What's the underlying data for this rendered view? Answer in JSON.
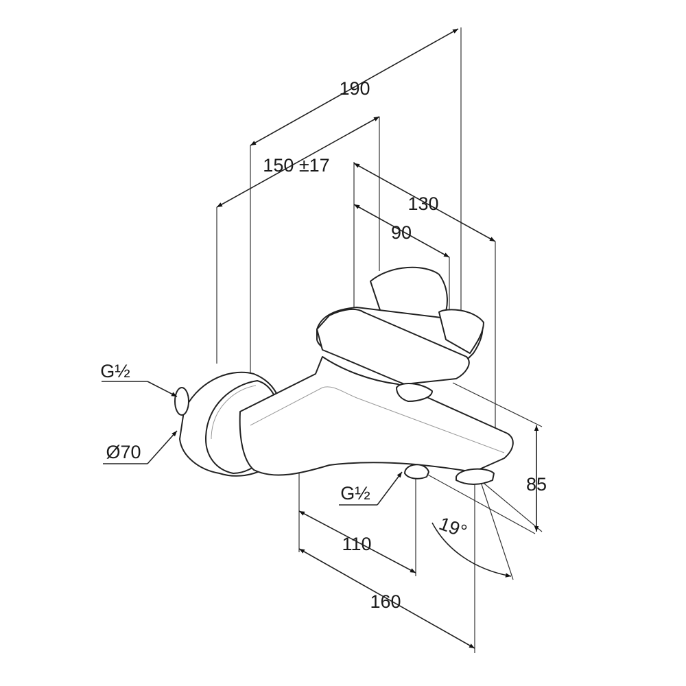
{
  "title": "Bath mixer dimensional drawing",
  "dimensions": {
    "overall_depth": "190",
    "wall_distance": "150 ±17",
    "spout_offset": "130",
    "lever_offset": "90",
    "height": "85",
    "inlet_to_outlet": "110",
    "total_projection": "160",
    "angle": "19°"
  },
  "callouts": {
    "inlet_thread": "G½",
    "plate_diameter": "Ø70",
    "outlet_thread": "G½"
  }
}
